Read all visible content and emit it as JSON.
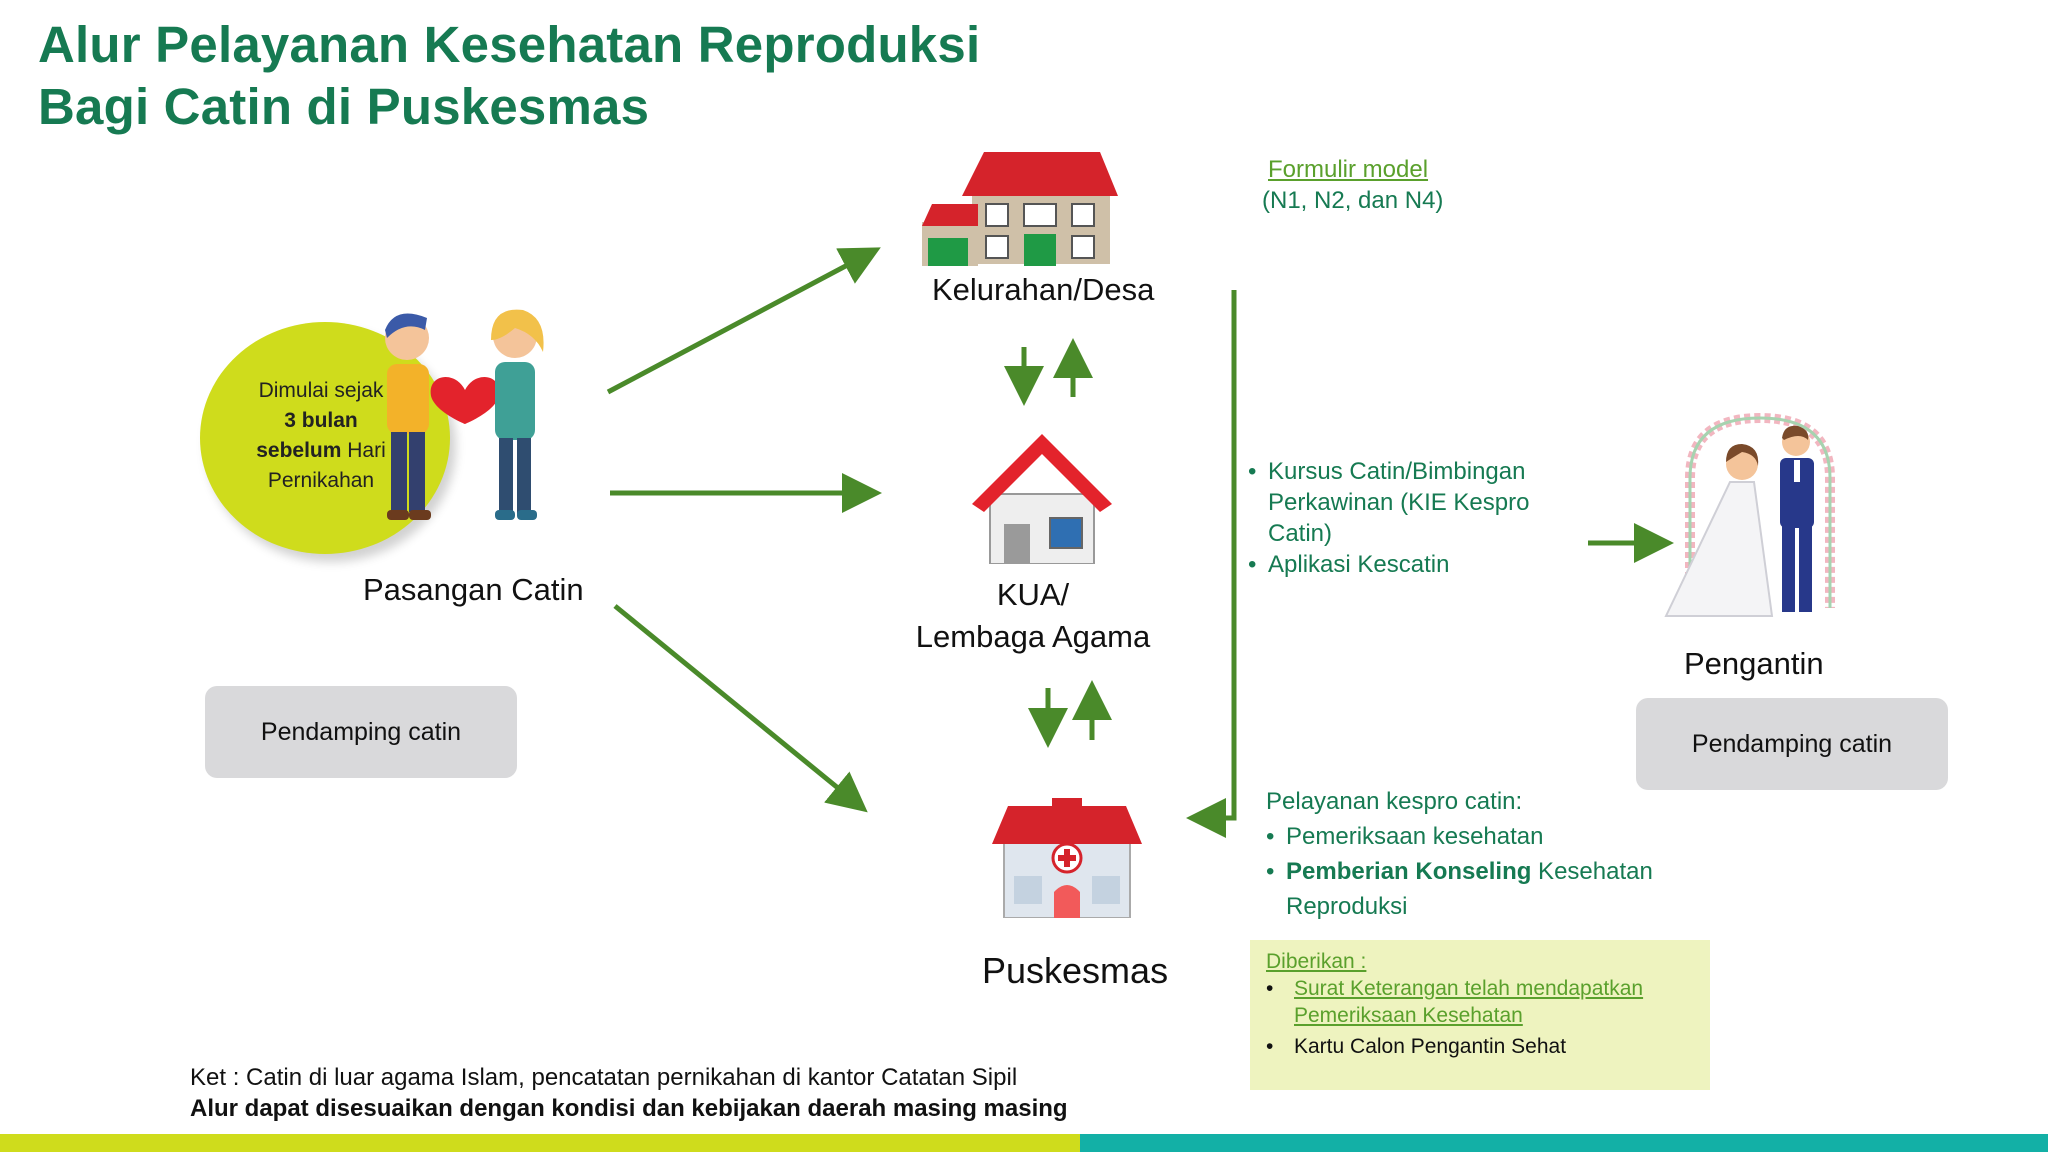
{
  "title": {
    "line1": "Alur Pelayanan Kesehatan Reproduksi",
    "line2": "Bagi Catin di Puskesmas"
  },
  "couple": {
    "circle_line1": "Dimulai sejak",
    "circle_line2": "3 bulan",
    "circle_line3a": "sebelum",
    "circle_line3b": " Hari",
    "circle_line4": "Pernikahan",
    "label": "Pasangan Catin",
    "companion": "Pendamping catin"
  },
  "nodes": {
    "kelurahan": "Kelurahan/Desa",
    "kua_line1": "KUA/",
    "kua_line2": "Lembaga Agama",
    "puskesmas": "Puskesmas"
  },
  "formulir": {
    "title": "Formulir model ",
    "subtitle": "(N1, N2, dan N4)"
  },
  "courses": {
    "items": [
      "Kursus Catin/Bimbingan Perkawinan (KIE Kespro Catin)",
      "Aplikasi Kescatin"
    ]
  },
  "services": {
    "heading": "Pelayanan kespro catin:",
    "item1": "Pemeriksaan kesehatan",
    "item2_bold": "Pemberian Konseling",
    "item2_rest": " Kesehatan Reproduksi"
  },
  "given": {
    "heading": "Diberikan :",
    "item1": "Surat Keterangan telah mendapatkan Pemeriksaan Kesehatan",
    "item2": "Kartu Calon Pengantin Sehat"
  },
  "bride": {
    "label": "Pengantin",
    "companion": "Pendamping catin"
  },
  "footnote": {
    "line1": "Ket : Catin di luar agama Islam, pencatatan pernikahan di kantor Catatan Sipil",
    "line2": "Alur dapat disesuaikan dengan kondisi dan kebijakan daerah masing masing"
  },
  "colors": {
    "title_green": "#167a52",
    "arrow_green": "#4a8a2a",
    "lime": "#cfdc1c",
    "teal": "#13b0a6"
  }
}
